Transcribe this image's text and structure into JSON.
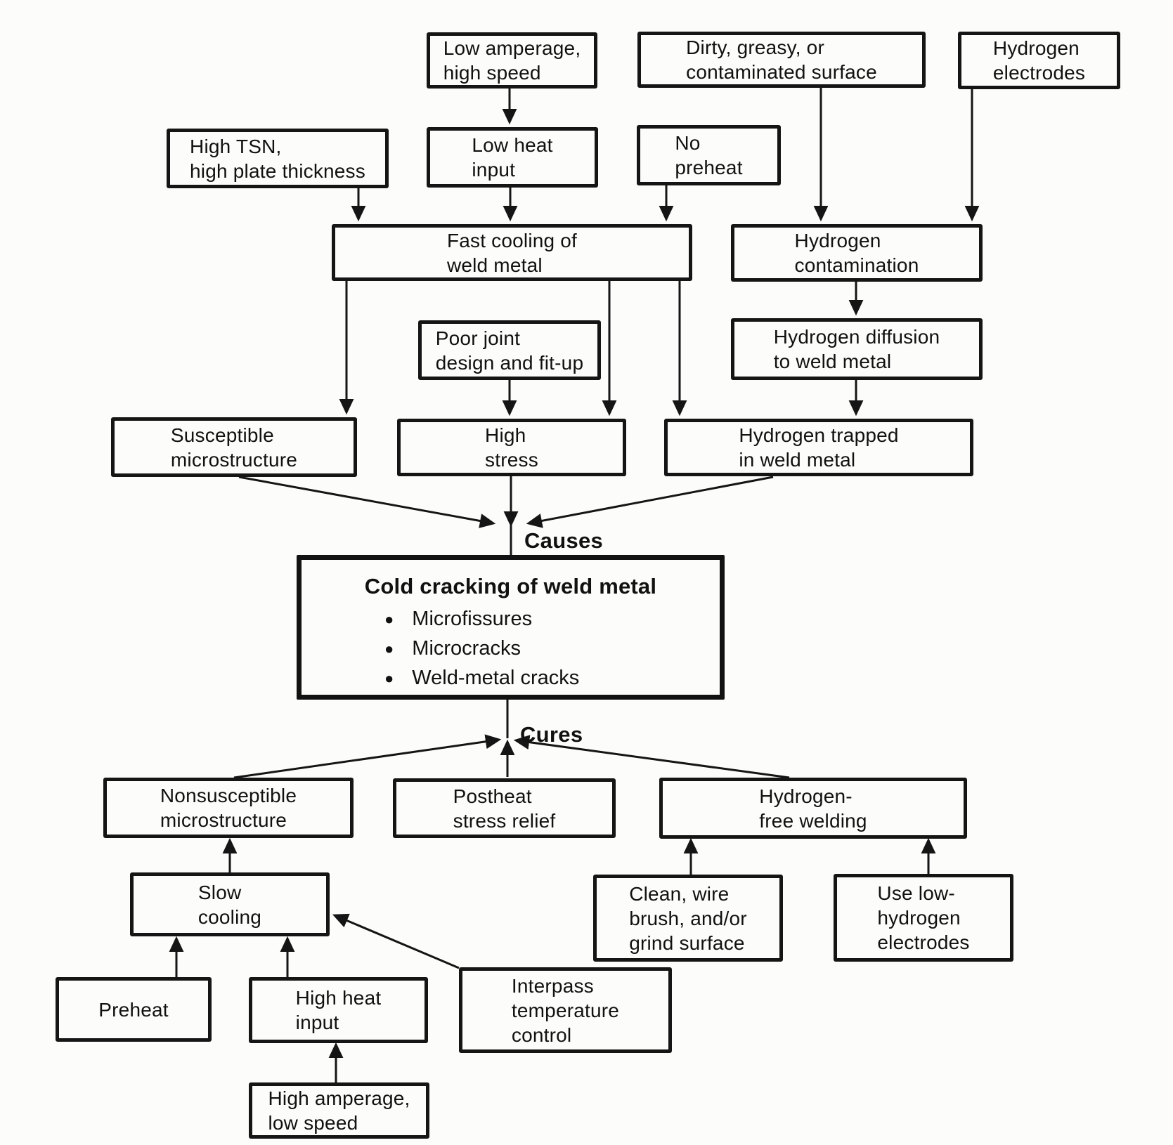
{
  "diagram": {
    "nodes": {
      "low_amperage": {
        "text": "Low amperage,\nhigh speed"
      },
      "dirty_surface": {
        "text": "Dirty, greasy, or\ncontaminated surface"
      },
      "hydrogen_electrodes": {
        "text": "Hydrogen\nelectrodes"
      },
      "high_tsn": {
        "text": "High TSN,\nhigh plate thickness"
      },
      "low_heat_input": {
        "text": "Low heat\ninput"
      },
      "no_preheat": {
        "text": "No\npreheat"
      },
      "fast_cooling": {
        "text": "Fast cooling of\nweld metal"
      },
      "hydrogen_contamination": {
        "text": "Hydrogen\ncontamination"
      },
      "poor_joint": {
        "text": "Poor joint\ndesign and fit-up"
      },
      "hydrogen_diffusion": {
        "text": "Hydrogen diffusion\nto weld metal"
      },
      "susceptible": {
        "text": "Susceptible\nmicrostructure"
      },
      "high_stress": {
        "text": "High\nstress"
      },
      "hydrogen_trapped": {
        "text": "Hydrogen trapped\nin weld metal"
      },
      "nonsusceptible": {
        "text": "Nonsusceptible\nmicrostructure"
      },
      "postheat": {
        "text": "Postheat\nstress relief"
      },
      "hydrogen_free": {
        "text": "Hydrogen-\nfree welding"
      },
      "slow_cooling": {
        "text": "Slow\ncooling"
      },
      "clean_wire": {
        "text": "Clean, wire\nbrush, and/or\ngrind surface"
      },
      "use_low_hydrogen": {
        "text": "Use low-\nhydrogen\nelectrodes"
      },
      "preheat": {
        "text": "Preheat"
      },
      "high_heat_input": {
        "text": "High heat\ninput"
      },
      "interpass": {
        "text": "Interpass\ntemperature\ncontrol"
      },
      "high_amperage": {
        "text": "High amperage,\nlow speed"
      }
    },
    "labels": {
      "causes": "Causes",
      "cures": "Cures"
    },
    "central": {
      "title": "Cold cracking of weld metal",
      "bullets": [
        "Microfissures",
        "Microcracks",
        "Weld-metal cracks"
      ],
      "bullet_icon": "●"
    },
    "colors": {
      "ink": "#151515",
      "paper": "#fcfcfa"
    }
  }
}
